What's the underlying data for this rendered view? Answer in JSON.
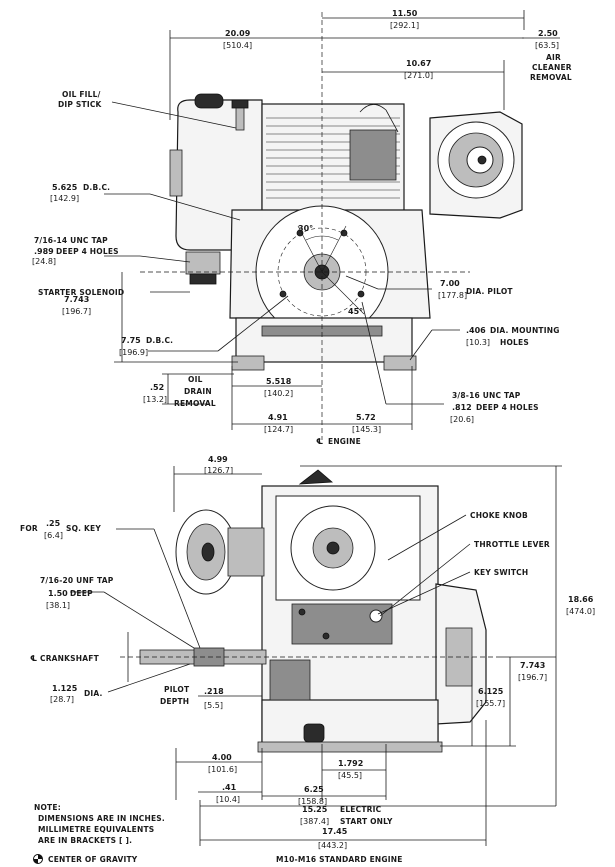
{
  "top_view": {
    "dims": [
      {
        "id": "d1",
        "value": "11.50",
        "mm": "[292.1]"
      },
      {
        "id": "d2",
        "value": "20.09",
        "mm": "[510.4]"
      },
      {
        "id": "d3",
        "value": "2.50",
        "mm": "[63.5]"
      },
      {
        "id": "d4",
        "value": "10.67",
        "mm": "[271.0]"
      },
      {
        "id": "d5",
        "value": "5.625",
        "mm": "[142.9]"
      },
      {
        "id": "d6",
        "value": ".989",
        "mm": "[24.8]"
      },
      {
        "id": "d7",
        "value": "7.743",
        "mm": "[196.7]"
      },
      {
        "id": "d8",
        "value": "7.00",
        "mm": "[177.8]"
      },
      {
        "id": "d9",
        "value": "7.75",
        "mm": "[196.9]"
      },
      {
        "id": "d10",
        "value": ".406",
        "mm": "[10.3]"
      },
      {
        "id": "d11",
        "value": ".52",
        "mm": "[13.2]"
      },
      {
        "id": "d12",
        "value": "5.518",
        "mm": "[140.2]"
      },
      {
        "id": "d13",
        "value": ".812",
        "mm": "[20.6]"
      },
      {
        "id": "d14",
        "value": "4.91",
        "mm": "[124.7]"
      },
      {
        "id": "d15",
        "value": "5.72",
        "mm": "[145.3]"
      }
    ],
    "air_cleaner_removal": [
      "AIR",
      "CLEANER",
      "REMOVAL"
    ],
    "oil_fill": [
      "OIL FILL/",
      "DIP STICK"
    ],
    "dbc": "D.B.C.",
    "unc_tap_1": "7/16-14 UNC TAP",
    "deep_holes_1": "DEEP 4 HOLES",
    "starter_solenoid": "STARTER SOLENOID",
    "dia_pilot": "DIA. PILOT",
    "dbc_2": "D.B.C.",
    "angle_30": "30°",
    "angle_45": "45°",
    "mounting_1": "DIA. MOUNTING",
    "mounting_2": "HOLES",
    "oil_drain": [
      "OIL",
      "DRAIN",
      "REMOVAL"
    ],
    "unc_tap_2": "3/8-16 UNC TAP",
    "deep_holes_2": "DEEP 4 HOLES",
    "cl_engine": "ENGINE"
  },
  "bottom_view": {
    "dims": [
      {
        "id": "e1",
        "value": "4.99",
        "mm": "[126.7]"
      },
      {
        "id": "e2",
        "value": ".25",
        "mm": "[6.4]"
      },
      {
        "id": "e3",
        "value": "1.50",
        "mm": "[38.1]"
      },
      {
        "id": "e4",
        "value": "18.66",
        "mm": "[474.0]"
      },
      {
        "id": "e5",
        "value": "7.743",
        "mm": "[196.7]"
      },
      {
        "id": "e6",
        "value": "1.125",
        "mm": "[28.7]"
      },
      {
        "id": "e7",
        "value": ".218",
        "mm": "[5.5]"
      },
      {
        "id": "e8",
        "value": "6.125",
        "mm": "[155.7]"
      },
      {
        "id": "e9",
        "value": "4.00",
        "mm": "[101.6]"
      },
      {
        "id": "e10",
        "value": "1.792",
        "mm": "[45.5]"
      },
      {
        "id": "e11",
        "value": ".41",
        "mm": "[10.4]"
      },
      {
        "id": "e12",
        "value": "6.25",
        "mm": "[158.8]"
      },
      {
        "id": "e13",
        "value": "15.25",
        "mm": "[387.4]"
      },
      {
        "id": "e14",
        "value": "17.45",
        "mm": "[443.2]"
      }
    ],
    "choke_knob": "CHOKE KNOB",
    "throttle_lever": "THROTTLE LEVER",
    "key_switch": "KEY SWITCH",
    "for_key_pre": "FOR",
    "for_key_post": "SQ. KEY",
    "unf_tap": "7/16-20 UNF TAP",
    "deep": "DEEP",
    "crankshaft": "CRANKSHAFT",
    "dia": "DIA.",
    "pilot_depth": [
      "PILOT",
      "DEPTH"
    ],
    "electric": "ELECTRIC",
    "start_only": "START ONLY"
  },
  "note": [
    "NOTE:",
    "DIMENSIONS ARE IN INCHES.",
    "MILLIMETRE EQUIVALENTS",
    "ARE IN BRACKETS [ ]."
  ],
  "center_of_gravity": "CENTER OF GRAVITY",
  "caption": "M10-M16 STANDARD ENGINE"
}
